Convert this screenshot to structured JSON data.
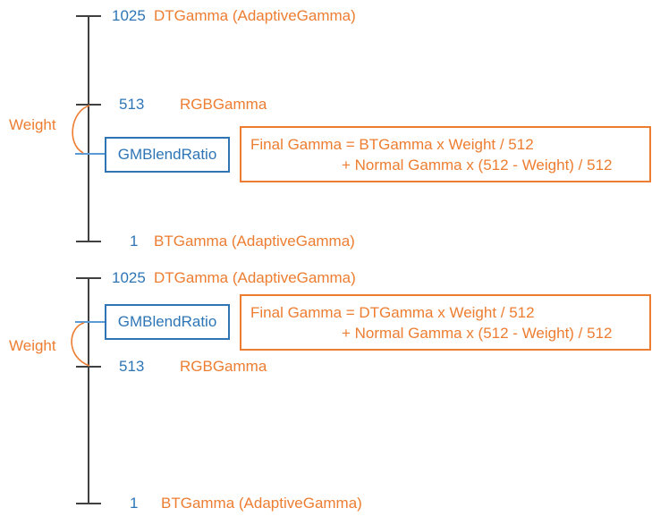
{
  "colors": {
    "blue": "#2E75B6",
    "light_blue": "#5B9BD5",
    "orange": "#ED7D31",
    "axis_gray": "#404040"
  },
  "top_scale": {
    "tick_max": {
      "value": "1025",
      "label": "DTGamma (AdaptiveGamma)"
    },
    "tick_mid": {
      "value": "513",
      "label": "RGBGamma"
    },
    "tick_min": {
      "value": "1",
      "label": "BTGamma (AdaptiveGamma)"
    },
    "weight_label": "Weight",
    "blend_ratio_label": "GMBlendRatio",
    "formula": {
      "line1": "Final Gamma = BTGamma x Weight / 512",
      "line2": "+ Normal Gamma x (512 - Weight) / 512"
    }
  },
  "bottom_scale": {
    "tick_max": {
      "value": "1025",
      "label": "DTGamma (AdaptiveGamma)"
    },
    "tick_mid": {
      "value": "513",
      "label": "RGBGamma"
    },
    "tick_min": {
      "value": "1",
      "label": "BTGamma (AdaptiveGamma)"
    },
    "weight_label": "Weight",
    "blend_ratio_label": "GMBlendRatio",
    "formula": {
      "line1": "Final Gamma = DTGamma x Weight / 512",
      "line2": "+ Normal Gamma x (512 - Weight) / 512"
    }
  }
}
